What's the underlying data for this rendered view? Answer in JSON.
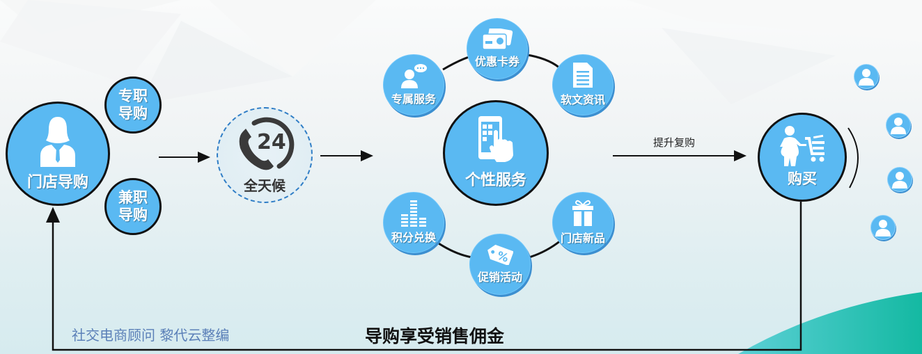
{
  "diagram": {
    "title": "导购享受销售佣金",
    "credit": "社交电商顾问  黎代云整编",
    "colors": {
      "node_fill": "#5ab9f2",
      "node_shadow": "#3c8fd0",
      "outline": "#111111",
      "dashed_ring": "#2f7dc6",
      "credit_text": "#5b80b8",
      "teal_accent": "#1fbfae"
    },
    "guide": {
      "main": {
        "label": "门店导购",
        "icon": "female-staff-icon"
      },
      "types": [
        {
          "label_line1": "专职",
          "label_line2": "导购"
        },
        {
          "label_line1": "兼职",
          "label_line2": "导购"
        }
      ]
    },
    "allday": {
      "label": "全天候",
      "icon": "phone-24-icon",
      "number": "24"
    },
    "service": {
      "center": {
        "label": "个性服务",
        "icon": "phone-touch-icon"
      },
      "satellites": [
        {
          "label": "优惠卡券",
          "icon": "cards-icon"
        },
        {
          "label": "专属服务",
          "icon": "person-chat-icon"
        },
        {
          "label": "软文资讯",
          "icon": "document-icon"
        },
        {
          "label": "积分兑换",
          "icon": "coin-stack-icon"
        },
        {
          "label": "门店新品",
          "icon": "gift-icon"
        },
        {
          "label": "促销活动",
          "icon": "discount-tag-icon"
        }
      ]
    },
    "arrow_label": "提升复购",
    "purchase": {
      "label": "购买",
      "icon": "shopper-cart-icon"
    },
    "customers": {
      "count": 4,
      "icon": "user-icon"
    }
  }
}
